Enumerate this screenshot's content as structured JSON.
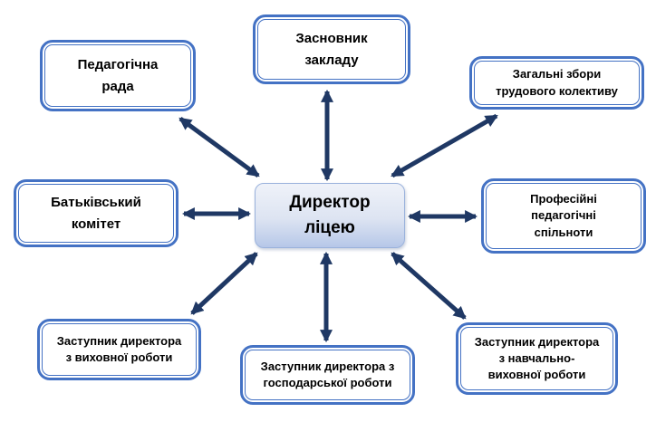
{
  "diagram": {
    "center": {
      "lines": [
        "Директор",
        "ліцею"
      ]
    },
    "nodes": [
      {
        "id": "pedagogical-council",
        "lines": [
          "Педагогічна",
          "рада"
        ]
      },
      {
        "id": "founder-of-institution",
        "lines": [
          "Засновник",
          "закладу"
        ]
      },
      {
        "id": "general-meeting-of-staff",
        "lines": [
          "Загальні збори",
          "трудового колективу"
        ]
      },
      {
        "id": "parents-committee",
        "lines": [
          "Батьківський",
          "комітет"
        ]
      },
      {
        "id": "professional-pedagogical-communities",
        "lines": [
          "Професійні",
          "педагогічні",
          "спільноти"
        ]
      },
      {
        "id": "deputy-director-educational-work",
        "lines": [
          "Заступник директора",
          "з виховної роботи"
        ]
      },
      {
        "id": "deputy-director-economic-work",
        "lines": [
          "Заступник директора з",
          "господарської роботи"
        ]
      },
      {
        "id": "deputy-director-teaching-educational",
        "lines": [
          "Заступник директора",
          "з навчально-",
          "виховної роботи"
        ]
      }
    ],
    "colors": {
      "box_border": "#4472C4",
      "arrow": "#1F3864",
      "center_gradient_top": "#EFF2F9",
      "center_gradient_bottom": "#B6C7E8",
      "center_border": "#9AB2DC",
      "text": "#000000",
      "background": "#FFFFFF"
    }
  }
}
